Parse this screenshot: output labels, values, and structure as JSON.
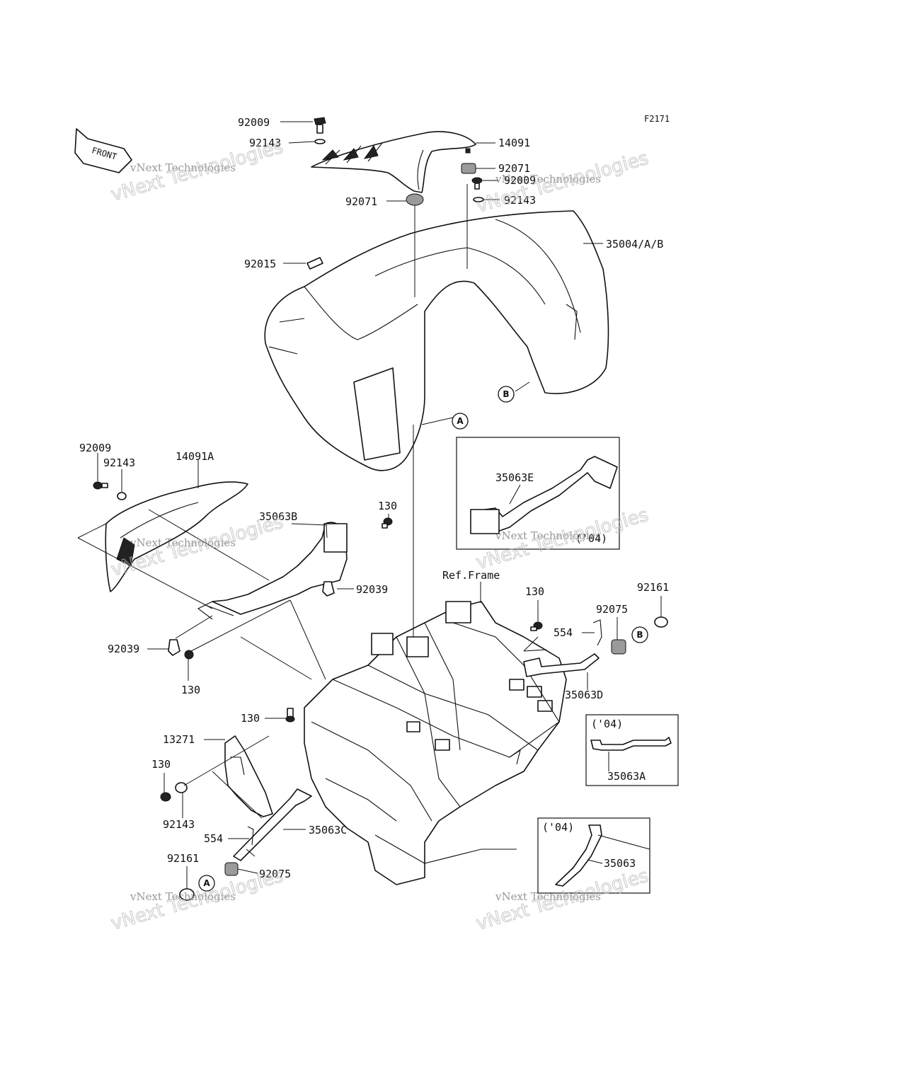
{
  "figure_code": "F2171",
  "front_label": "FRONT",
  "ref_frame_label": "Ref.Frame",
  "watermark": {
    "line1": "vNext Technologies",
    "line2": "vNext Technologies"
  },
  "callouts": {
    "c92009_top": "92009",
    "c92143_top": "92143",
    "c14091": "14091",
    "c92071_right": "92071",
    "c92009_right": "92009",
    "c92143_right": "92143",
    "c92071_left": "92071",
    "c35004": "35004/A/B",
    "c92015": "92015",
    "c92009_left": "92009",
    "c92143_left": "92143",
    "c14091A": "14091A",
    "c35063B": "35063B",
    "c130_a": "130",
    "c92039_a": "92039",
    "c92039_b": "92039",
    "c130_b": "130",
    "c35063E": "35063E",
    "c04_e": "('04)",
    "c130_c": "130",
    "c92161_a": "92161",
    "c92075_a": "92075",
    "c554_a": "554",
    "c35063D": "35063D",
    "c130_d": "130",
    "c13271": "13271",
    "c130_e": "130",
    "c92143_b": "92143",
    "c554_b": "554",
    "c35063C": "35063C",
    "c92161_b": "92161",
    "c92075_b": "92075",
    "c04_a": "('04)",
    "c35063A": "35063A",
    "c04_f": "('04)",
    "c35063": "35063"
  },
  "markers": {
    "A": "A",
    "B": "B"
  }
}
